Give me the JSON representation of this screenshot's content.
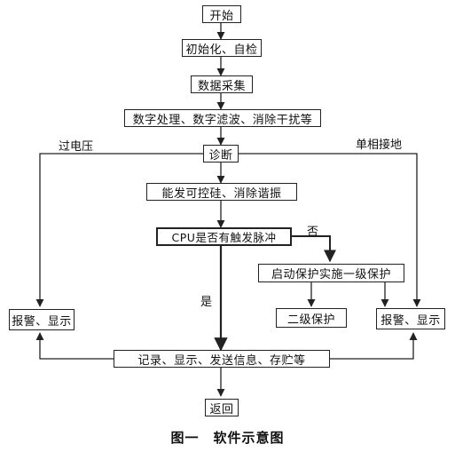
{
  "nodes": {
    "start": "开始",
    "init": "初始化、自检",
    "acquire": "数据采集",
    "process": "数字处理、数字滤波、消除干扰等",
    "diagnose": "诊断",
    "trigger_sel": "能发可控硅、消除谐振",
    "cpu_check": "CPU是否有触发脉冲",
    "protect_start": "启动保护实施一级保护",
    "second_protect": "二级保护",
    "alarm_left": "报警、显示",
    "alarm_right": "报警、显示",
    "record": "记录、显示、发送信息、存贮等",
    "return": "返回"
  },
  "edge_labels": {
    "overvoltage": "过电压",
    "single_fault": "单相接地",
    "no": "否",
    "yes": "是"
  },
  "caption": "图一　软件示意图"
}
